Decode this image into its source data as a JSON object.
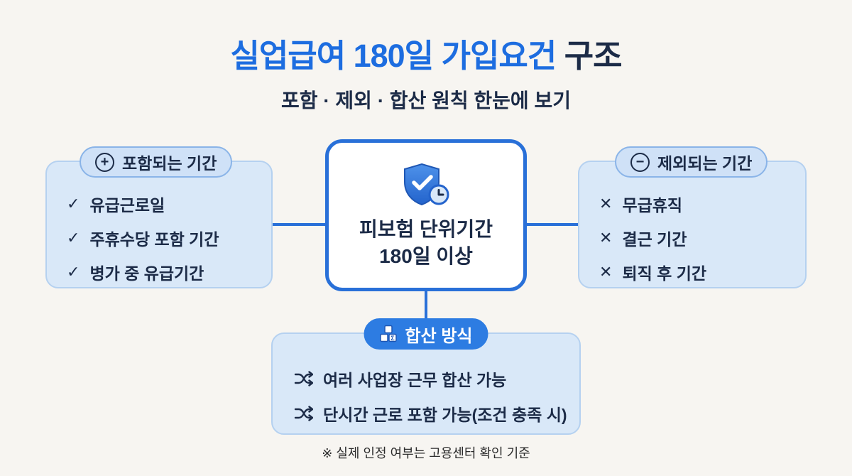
{
  "title": {
    "highlight": "실업급여 180일 가입요건",
    "suffix": " 구조"
  },
  "subtitle": "포함 · 제외 · 합산 원칙 한눈에 보기",
  "center_box": {
    "line1": "피보험 단위기간",
    "line2": "180일 이상"
  },
  "include_box": {
    "badge": "포함되는 기간",
    "items": [
      "유급근로일",
      "주휴수당 포함 기간",
      "병가 중 유급기간"
    ]
  },
  "exclude_box": {
    "badge": "제외되는 기간",
    "items": [
      "무급휴직",
      "결근 기간",
      "퇴직 후 기간"
    ]
  },
  "sum_box": {
    "badge": "합산 방식",
    "items": [
      "여러 사업장 근무 합산 가능",
      "단시간 근로 포함 가능(조건 충족 시)"
    ]
  },
  "footnote": "※ 실제 인정 여부는 고용센터 확인 기준",
  "icons": {
    "plus": "+",
    "minus": "−",
    "check": "✓",
    "cross": "✕",
    "sigma": "Σ"
  },
  "colors": {
    "title_blue": "#1d6de0",
    "navy": "#1c2b47",
    "accent_line": "#2970d8",
    "panel_bg": "#d9e8f8",
    "badge_solid": "#2d7ce2",
    "background": "#f7f5f1"
  }
}
